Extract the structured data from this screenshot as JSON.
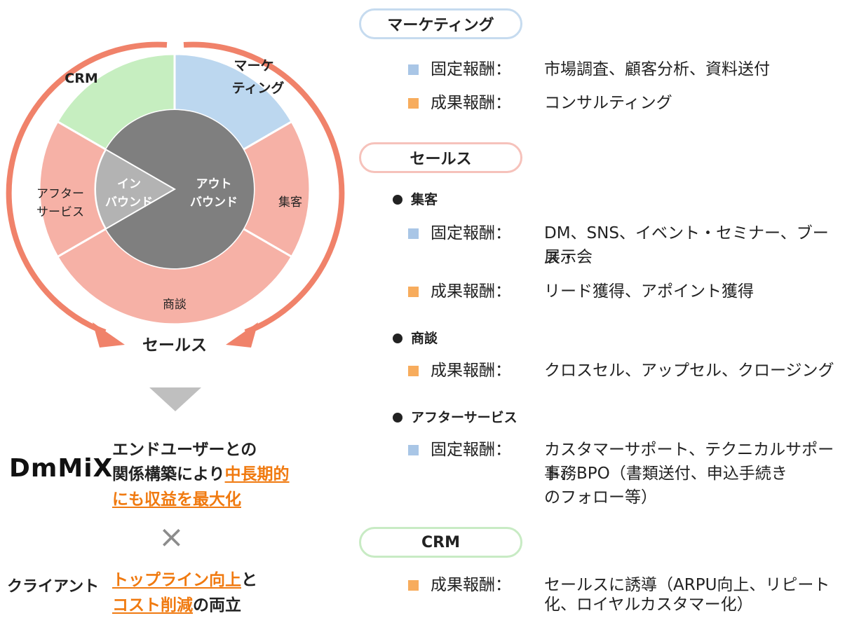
{
  "wheel": {
    "segments": {
      "crm": "CRM",
      "marketing_line1": "マーケ",
      "marketing_line2": "ティング",
      "lead_gen": "集客",
      "negotiation": "商談",
      "after_service_line1": "アフター",
      "after_service_line2": "サービス"
    },
    "center": {
      "inbound_line1": "イン",
      "inbound_line2": "バウンド",
      "outbound_line1": "アウト",
      "outbound_line2": "バウンド"
    },
    "sales_label": "セールス",
    "colors": {
      "crm": "#c6eec0",
      "marketing": "#bcd7ef",
      "sales": "#f6b1a6",
      "center": "#7f7f7f",
      "inbound": "#b3b3b3",
      "arrow": "#f0826a"
    }
  },
  "summary": {
    "logo": "DmMiX",
    "line1": "エンドユーザーとの",
    "line2_prefix": "関係構築により",
    "line2_highlight": "中長期的",
    "line3_highlight": "にも収益を最大化",
    "times": "×",
    "client": "クライアント",
    "line4_highlight": "トップライン向上",
    "line4_suffix": "と",
    "line5_highlight": "コスト削減",
    "line5_suffix": "の両立"
  },
  "sections": {
    "marketing": {
      "title": "マーケティング",
      "fixed_label": "固定報酬：",
      "fixed_value": "市場調査、顧客分析、資料送付",
      "result_label": "成果報酬：",
      "result_value": "コンサルティング"
    },
    "sales": {
      "title": "セールス",
      "lead": {
        "title": "集客",
        "fixed_label": "固定報酬：",
        "fixed_value_line1": "DM、SNS、イベント・セミナー、ブース・",
        "fixed_value_line2": "展示会",
        "result_label": "成果報酬：",
        "result_value": "リード獲得、アポイント獲得"
      },
      "negotiation": {
        "title": "商談",
        "result_label": "成果報酬：",
        "result_value": "クロスセル、アップセル、クロージング"
      },
      "after": {
        "title": "アフターサービス",
        "fixed_label": "固定報酬：",
        "fixed_value_line1": "カスタマーサポート、テクニカルサポート、",
        "fixed_value_line2": "事務BPO（書類送付、申込手続き",
        "fixed_value_line3": "のフォロー等）"
      }
    },
    "crm": {
      "title": "CRM",
      "result_label": "成果報酬：",
      "result_value_line1": "セールスに誘導（ARPU向上、リピート",
      "result_value_line2": "化、ロイヤルカスタマー化）"
    }
  }
}
